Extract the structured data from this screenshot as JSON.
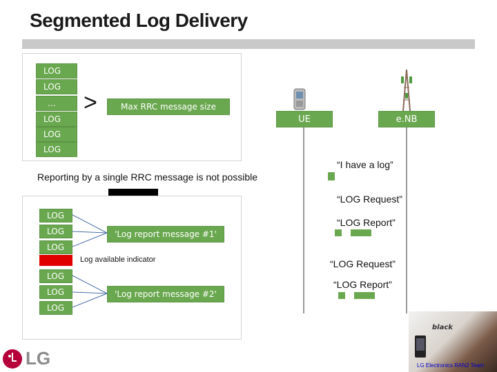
{
  "title": "Segmented Log Delivery",
  "top_panel": {
    "logs": [
      "LOG",
      "LOG",
      "…",
      "LOG",
      "LOG",
      "LOG"
    ],
    "greater_than": ">",
    "max_size_label": "Max RRC message size",
    "caption": "Reporting by a single RRC message is not possible"
  },
  "bottom_panel": {
    "group1": [
      "LOG",
      "LOG",
      "LOG"
    ],
    "message1": "'Log report message #1'",
    "indicator_label": "Log available indicator",
    "group2": [
      "LOG",
      "LOG",
      "LOG"
    ],
    "message2": "'Log report message #2'"
  },
  "sequence": {
    "ue": "UE",
    "enb": "e.NB",
    "messages": [
      "“I have a log”",
      "“LOG Request”",
      "“LOG Report”",
      "“LOG Request”",
      "“LOG Report”"
    ]
  },
  "footer": {
    "logo_text": "LG",
    "ad_brand": "black",
    "team": "LG Electronics RAN2 Team"
  },
  "colors": {
    "green": "#6aa84f",
    "red": "#e00000",
    "title_bar": "#c9c9c9"
  }
}
